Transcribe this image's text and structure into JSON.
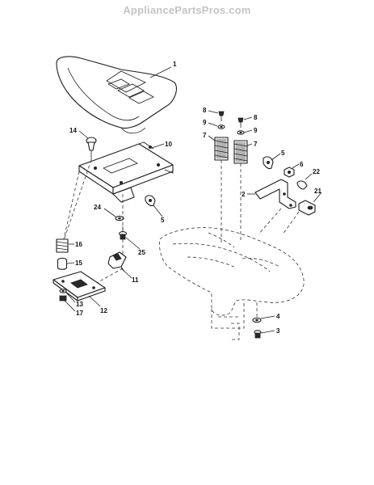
{
  "watermark": "AppliancePartsPros.com",
  "callouts": [
    {
      "id": "c1",
      "label": "1"
    },
    {
      "id": "c14",
      "label": "14"
    },
    {
      "id": "c10",
      "label": "10"
    },
    {
      "id": "c24",
      "label": "24"
    },
    {
      "id": "c5a",
      "label": "5"
    },
    {
      "id": "c16",
      "label": "16"
    },
    {
      "id": "c25",
      "label": "25"
    },
    {
      "id": "c15",
      "label": "15"
    },
    {
      "id": "c11",
      "label": "11"
    },
    {
      "id": "c13",
      "label": "13"
    },
    {
      "id": "c17",
      "label": "17"
    },
    {
      "id": "c12",
      "label": "12"
    },
    {
      "id": "c8a",
      "label": "8"
    },
    {
      "id": "c9a",
      "label": "9"
    },
    {
      "id": "c7a",
      "label": "7"
    },
    {
      "id": "c8b",
      "label": "8"
    },
    {
      "id": "c9b",
      "label": "9"
    },
    {
      "id": "c7b",
      "label": "7"
    },
    {
      "id": "c5b",
      "label": "5"
    },
    {
      "id": "c6",
      "label": "6"
    },
    {
      "id": "c22",
      "label": "22"
    },
    {
      "id": "c2",
      "label": "2"
    },
    {
      "id": "c21",
      "label": "21"
    },
    {
      "id": "c4",
      "label": "4"
    },
    {
      "id": "c3",
      "label": "3"
    }
  ]
}
